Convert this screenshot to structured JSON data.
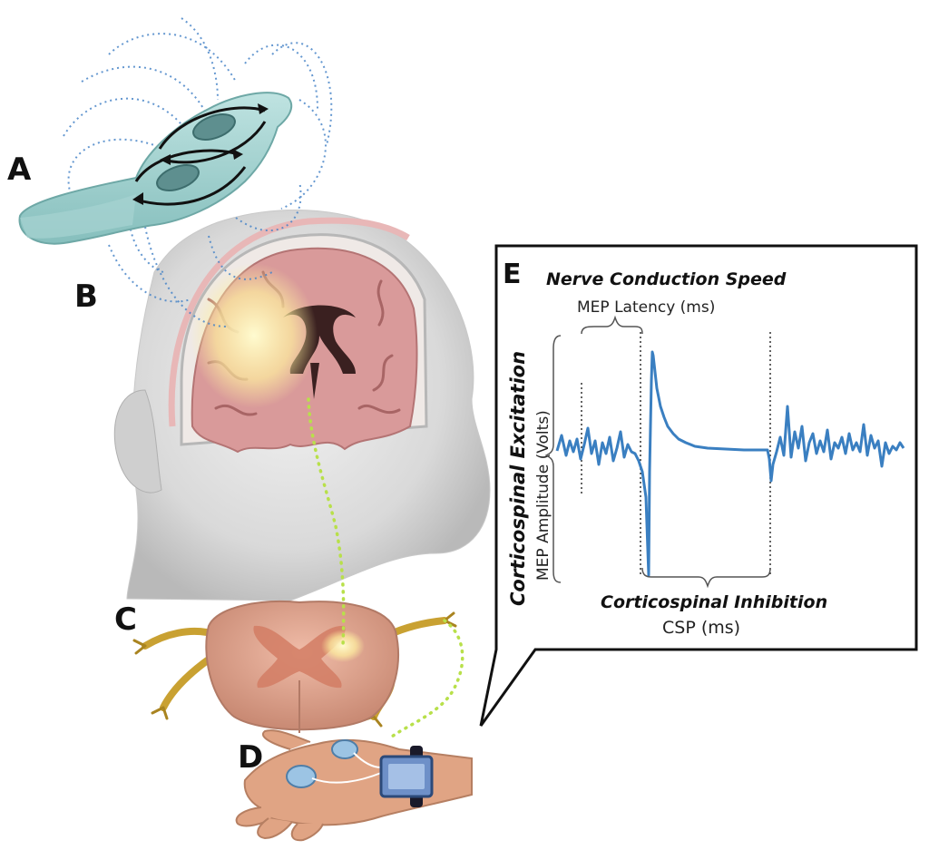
{
  "panels": {
    "a": "A",
    "b": "B",
    "c": "C",
    "d": "D",
    "e": "E"
  },
  "callout": {
    "nerve_conduction_title": "Nerve Conduction Speed",
    "mep_latency_label": "MEP Latency (ms)",
    "excitation_title": "Corticospinal Excitation",
    "amplitude_label": "MEP Amplitude (Volts)",
    "inhibition_title": "Corticospinal Inhibition",
    "csp_label": "CSP (ms)"
  },
  "colors": {
    "trace": "#3a7fc1",
    "coil": "#9fcfcf",
    "field_lines": "#4a86c8",
    "brain": "#d99a9a",
    "spinal_cord": "#e2a28c",
    "nerve": "#c9a132",
    "pathway": "#b8e04a",
    "skin": "#dcdcdc",
    "hand": "#e0a484"
  },
  "icons": {
    "coil": "tms-figure-eight-coil-icon",
    "head": "head-brain-cross-section-icon",
    "spine": "spinal-cord-cross-section-icon",
    "hand": "hand-emg-electrodes-icon"
  }
}
